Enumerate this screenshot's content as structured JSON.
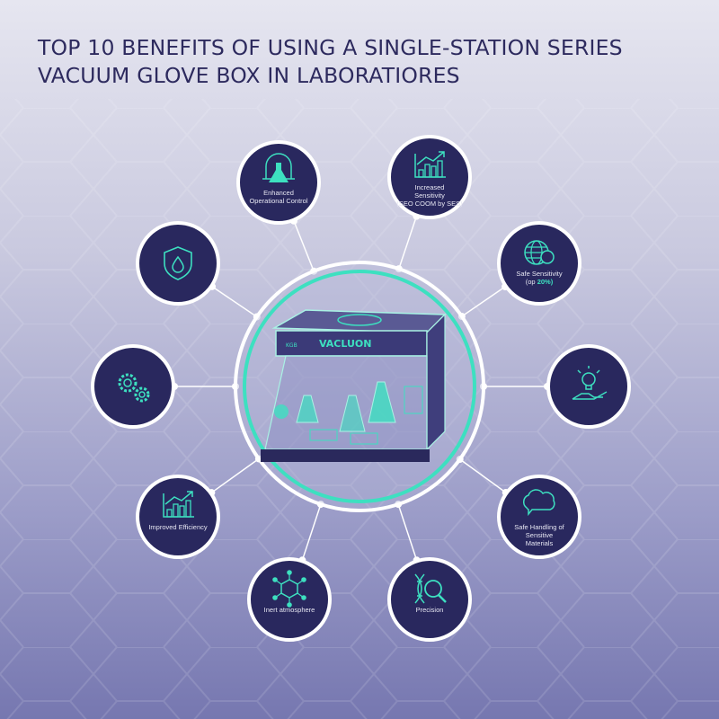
{
  "title": {
    "line1": "TOP 10 BENEFITS OF USING A SINGLE-STATION SERIES",
    "line2": "VACUUM GLOVE BOX IN LABORATIORES"
  },
  "center": {
    "brand": "VACLUON",
    "small_label": "KGB",
    "icon": "glove-box-with-flasks"
  },
  "colors": {
    "node_fill": "#29285e",
    "accent": "#3de0c0",
    "ring": "#ffffff",
    "title": "#2d2a5e"
  },
  "nodes": [
    {
      "icon": "flask-bell-jar-icon",
      "lines": [
        "Enhanced",
        "Operational Control"
      ]
    },
    {
      "icon": "growth-chart-icon",
      "lines": [
        "Increased",
        "Sensitivity",
        "(SEO COOM by SES)"
      ]
    },
    {
      "icon": "globe-dollar-icon",
      "lines": [
        "Safe Sensitivity",
        "(op "
      ],
      "highlight": "20%)"
    },
    {
      "icon": "lightbulb-hand-icon",
      "lines": []
    },
    {
      "icon": "brain-icon",
      "lines": [
        "Safe Handling of",
        "Sensitive",
        "Materials"
      ]
    },
    {
      "icon": "dna-magnifier-icon",
      "lines": [
        "Precision"
      ]
    },
    {
      "icon": "molecule-icon",
      "lines": [
        "Inert atmosphere"
      ]
    },
    {
      "icon": "growth-chart-icon",
      "lines": [
        "Improved Efficiency"
      ]
    },
    {
      "icon": "gears-icon",
      "lines": []
    },
    {
      "icon": "shield-drop-icon",
      "lines": []
    }
  ]
}
